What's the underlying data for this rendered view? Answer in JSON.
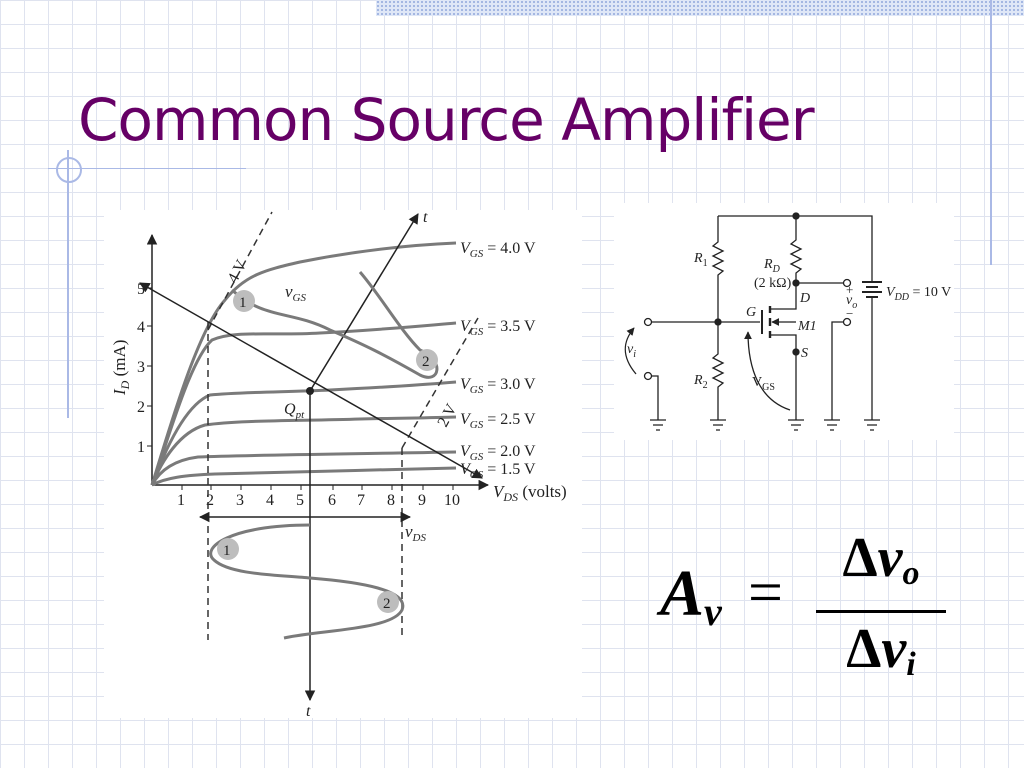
{
  "slide": {
    "title": "Common Source Amplifier"
  },
  "graph": {
    "y_axis_label": "I",
    "y_axis_label_sub": "D",
    "y_axis_label_unit": " (mA)",
    "x_axis_label": "V",
    "x_axis_label_sub": "DS",
    "x_axis_label_unit": " (volts)",
    "y_ticks": [
      "1",
      "2",
      "3",
      "4",
      "5"
    ],
    "x_ticks": [
      "1",
      "2",
      "3",
      "4",
      "5",
      "6",
      "7",
      "8",
      "9",
      "10"
    ],
    "curves": [
      {
        "label": "V",
        "sub": "GS",
        "value": " = 4.0 V"
      },
      {
        "label": "V",
        "sub": "GS",
        "value": " = 3.5 V"
      },
      {
        "label": "V",
        "sub": "GS",
        "value": " = 3.0 V"
      },
      {
        "label": "V",
        "sub": "GS",
        "value": " = 2.5 V"
      },
      {
        "label": "V",
        "sub": "GS",
        "value": " = 2.0 V"
      },
      {
        "label": "V",
        "sub": "GS",
        "value": " = 1.5 V"
      }
    ],
    "qpoint_label": "Q",
    "qpoint_sub": "pt",
    "input_signal_label": "v",
    "input_signal_sub": "GS",
    "output_signal_label": "v",
    "output_signal_sub": "DS",
    "time_axis_label": "t",
    "time_axis_label_bottom": "t",
    "swing_label_4v": "4 V",
    "swing_label_2v": "2 V",
    "marker_1": "1",
    "marker_2": "2"
  },
  "circuit": {
    "r1": "R",
    "r1_sub": "1",
    "rd": "R",
    "rd_sub": "D",
    "rd_value": "(2 kΩ)",
    "r2": "R",
    "r2_sub": "2",
    "gate": "G",
    "drain": "D",
    "source": "S",
    "transistor": "M1",
    "vdd": "V",
    "vdd_sub": "DD",
    "vdd_value": " = 10 V",
    "vi": "v",
    "vi_sub": "i",
    "vo": "v",
    "vo_sub": "o",
    "vgs": "V",
    "vgs_sub": "GS",
    "plus": "+",
    "minus": "−"
  },
  "formula": {
    "lhs": "A",
    "lhs_sub": "v",
    "equals": "=",
    "num_delta": "Δ",
    "num_v": "v",
    "num_sub": "o",
    "den_delta": "Δ",
    "den_v": "v",
    "den_sub": "i"
  },
  "colors": {
    "title": "#660066",
    "grid": "#dfe3ef",
    "accent_line": "#aab9e6",
    "curve": "#7a7a7a"
  }
}
